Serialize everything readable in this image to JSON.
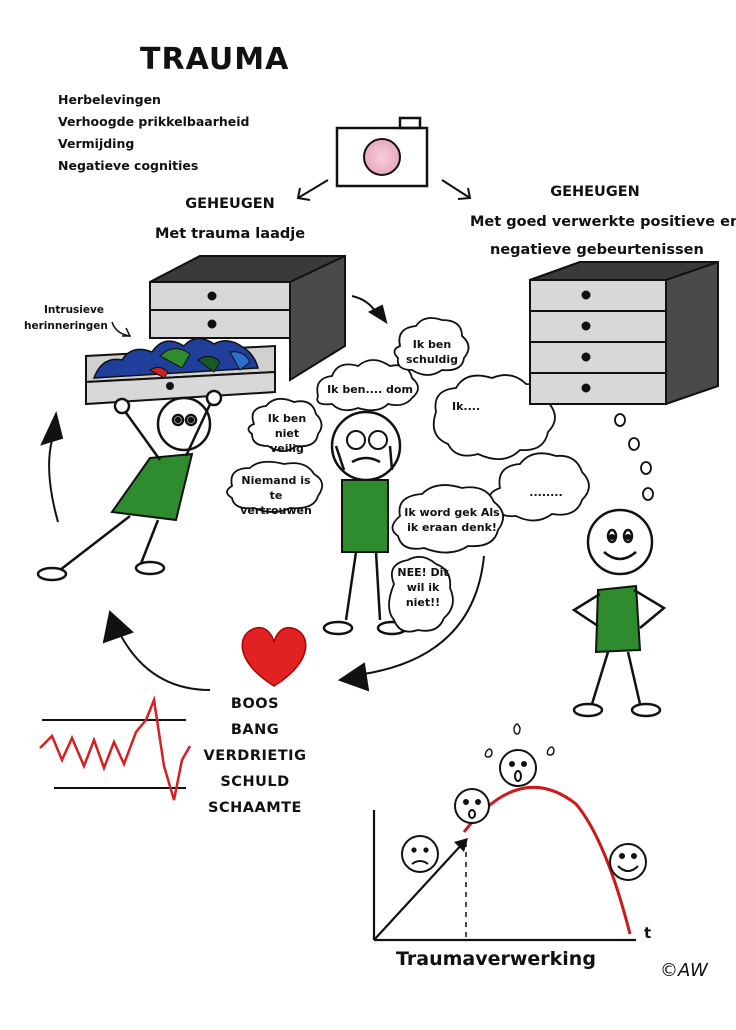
{
  "title": "TRAUMA",
  "symptoms": [
    "Herbelevingen",
    "Verhoogde prikkelbaarheid",
    "Vermijding",
    "Negatieve cognities"
  ],
  "left_memory": {
    "heading": "GEHEUGEN",
    "subheading": "Met trauma laadje"
  },
  "right_memory": {
    "heading": "GEHEUGEN",
    "line1": "Met goed verwerkte positieve en",
    "line2": "negatieve gebeurtenissen"
  },
  "intrusive_label": {
    "line1": "Intrusieve",
    "line2": "herinneringen"
  },
  "thoughts": {
    "dom": "Ik ben.... dom",
    "schuldig": "Ik ben schuldig",
    "veilig": "Ik ben niet veilig",
    "vertrouwen": "Niemand is te vertrouwen",
    "gek": "Ik word gek Als ik eraan denk!",
    "nee": "NEE! Dit wil ik niet!!",
    "ik": "Ik....",
    "dots": "........"
  },
  "emotions": [
    "BOOS",
    "BANG",
    "VERDRIETIG",
    "SCHULD",
    "SCHAAMTE"
  ],
  "graph": {
    "xlabel": "Traumaverwerking",
    "axis_t": "t"
  },
  "signature": "©AW",
  "colors": {
    "green": "#2e8b2e",
    "red": "#d42020",
    "drawer_dark": "#4a4a4a",
    "drawer_light": "#d8d8d8"
  }
}
